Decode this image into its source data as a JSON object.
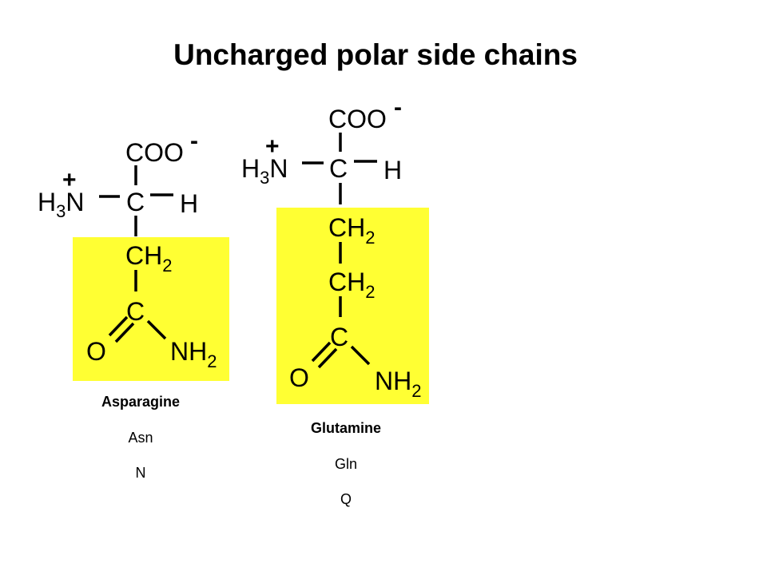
{
  "title": "Uncharged polar side chains",
  "colors": {
    "highlight": "#ffff33",
    "ink": "#000000",
    "background": "#ffffff"
  },
  "asparagine": {
    "name": "Asparagine",
    "three_letter": "Asn",
    "one_letter": "N",
    "carboxylate": {
      "group": "COO",
      "charge": "-"
    },
    "amine": {
      "h": "H",
      "count": "3",
      "n": "N",
      "charge": "+"
    },
    "alpha_carbon": "C",
    "alpha_h": "H",
    "ch2": [
      {
        "ch": "CH",
        "sub": "2"
      }
    ],
    "amide_c": "C",
    "amide_o": "O",
    "amide_n": {
      "nh": "NH",
      "sub": "2"
    }
  },
  "glutamine": {
    "name": "Glutamine",
    "three_letter": "Gln",
    "one_letter": "Q",
    "carboxylate": {
      "group": "COO",
      "charge": "-"
    },
    "amine": {
      "h": "H",
      "count": "3",
      "n": "N",
      "charge": "+"
    },
    "alpha_carbon": "C",
    "alpha_h": "H",
    "ch2": [
      {
        "ch": "CH",
        "sub": "2"
      },
      {
        "ch": "CH",
        "sub": "2"
      }
    ],
    "amide_c": "C",
    "amide_o": "O",
    "amide_n": {
      "nh": "NH",
      "sub": "2"
    }
  }
}
